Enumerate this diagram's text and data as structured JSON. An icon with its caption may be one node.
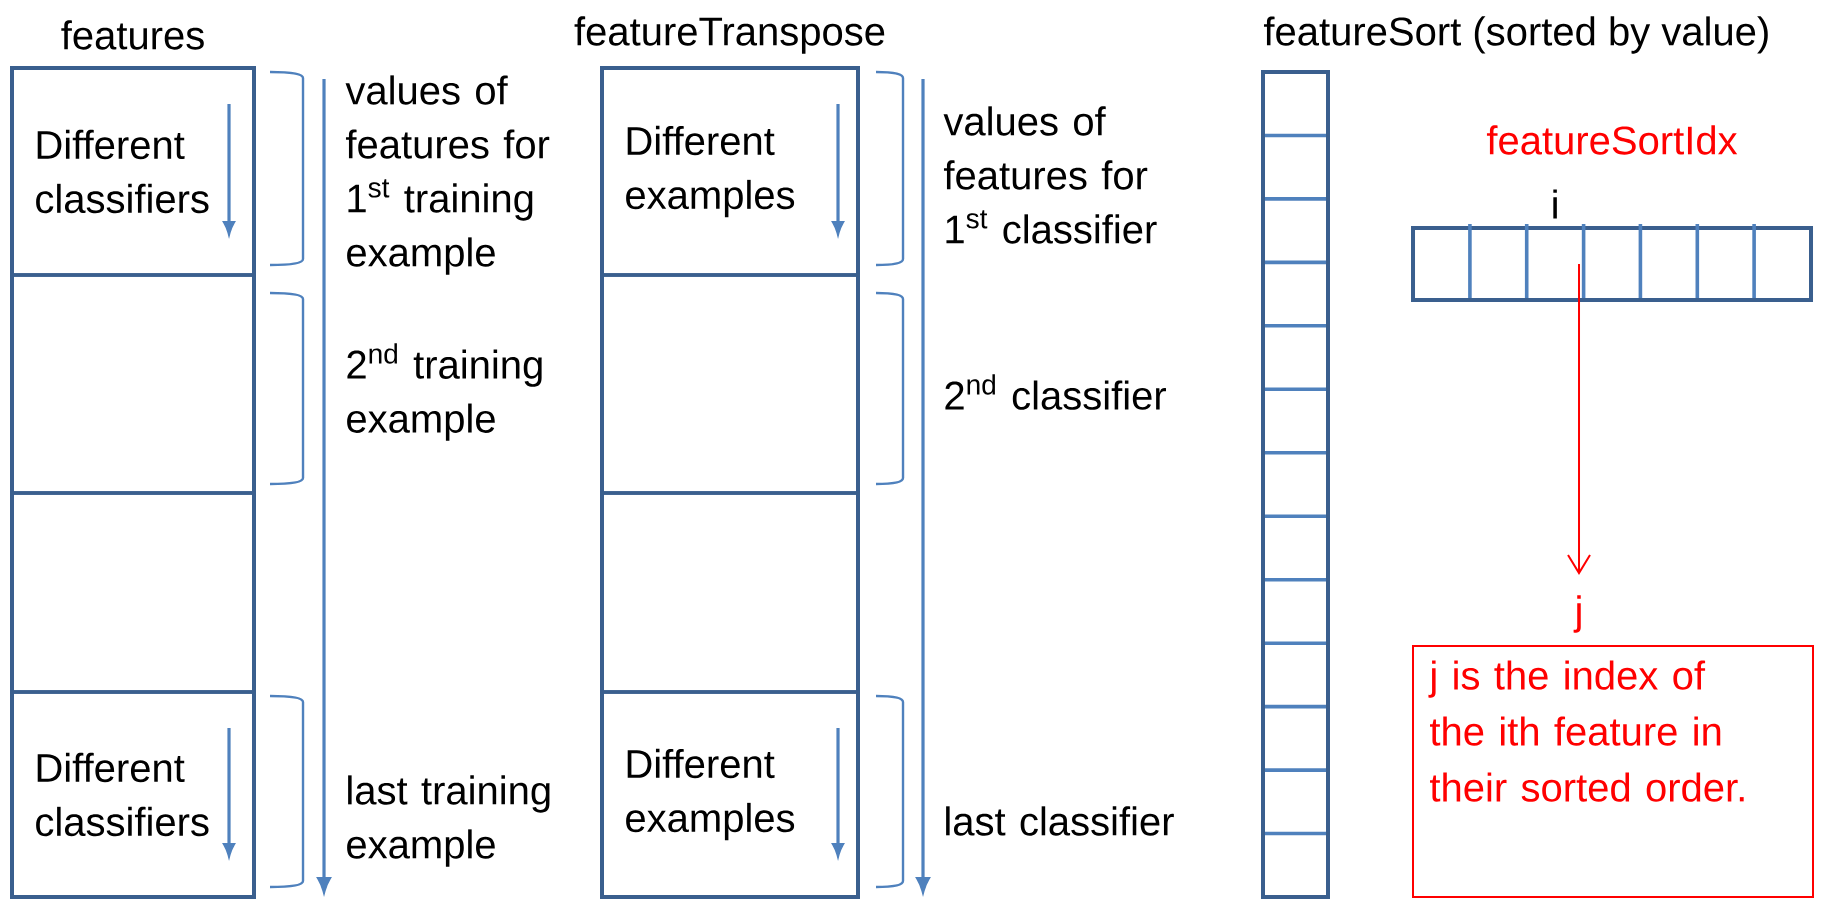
{
  "diagram": {
    "nodes": [
      {
        "text": [
          "features"
        ]
      },
      {
        "text": [
          "Different classifiers"
        ],
        "in": 0
      },
      {
        "text": [],
        "shape": "box",
        "in": 0
      },
      {
        "text": [],
        "shape": "box",
        "in": 0
      },
      {
        "text": [
          "Different classifiers"
        ],
        "in": 0
      },
      {
        "text": [
          "featureTranspose"
        ]
      },
      {
        "text": [
          "Different examples"
        ],
        "in": 5
      },
      {
        "text": [],
        "shape": "box",
        "in": 5
      },
      {
        "text": [],
        "shape": "box",
        "in": 5
      },
      {
        "text": [
          "Different examples"
        ],
        "in": 5
      },
      {
        "text": [
          "featureSort (sorted by value)"
        ]
      },
      {
        "text": [
          "featureSortIdx",
          "i"
        ]
      },
      {
        "text": [
          "j"
        ]
      },
      {
        "text": [
          "j is the index of the ith feature in their sorted order."
        ]
      }
    ],
    "edges": [
      {
        "from": 11,
        "to": 12,
        "arrow": "to",
        "color": "#ff0000"
      }
    ],
    "labels": [
      "values of features for 1$^{st}$ training example",
      "2$^{nd}$ training example",
      "last training example",
      "values of features for 1$^{st}$ classifier",
      "2$^{nd}$ classifier",
      "last classifier"
    ]
  }
}
